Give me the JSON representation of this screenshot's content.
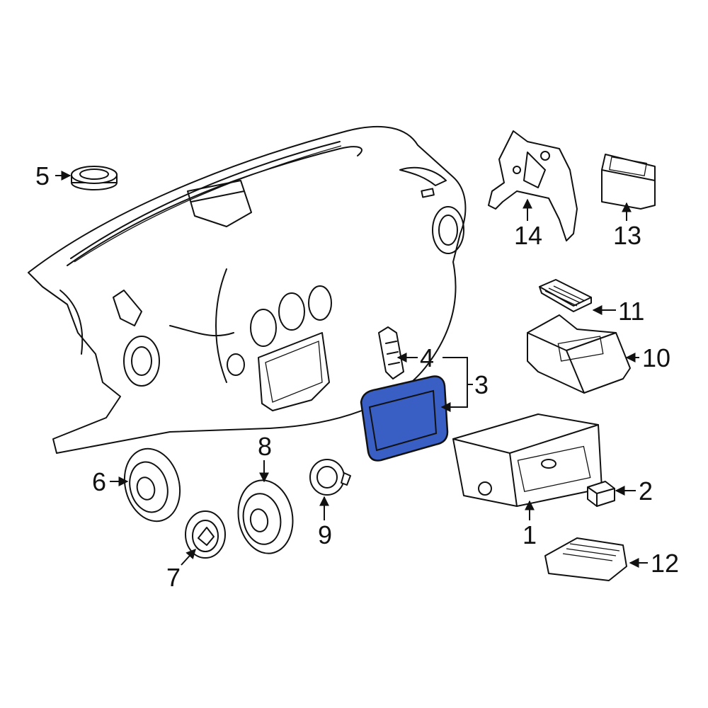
{
  "diagram": {
    "highlight_color": "#3a5fc4",
    "callouts": [
      {
        "id": "1",
        "label": "1"
      },
      {
        "id": "2",
        "label": "2"
      },
      {
        "id": "3",
        "label": "3"
      },
      {
        "id": "4",
        "label": "4"
      },
      {
        "id": "5",
        "label": "5"
      },
      {
        "id": "6",
        "label": "6"
      },
      {
        "id": "7",
        "label": "7"
      },
      {
        "id": "8",
        "label": "8"
      },
      {
        "id": "9",
        "label": "9"
      },
      {
        "id": "10",
        "label": "10"
      },
      {
        "id": "11",
        "label": "11"
      },
      {
        "id": "12",
        "label": "12"
      },
      {
        "id": "13",
        "label": "13"
      },
      {
        "id": "14",
        "label": "14"
      }
    ]
  }
}
